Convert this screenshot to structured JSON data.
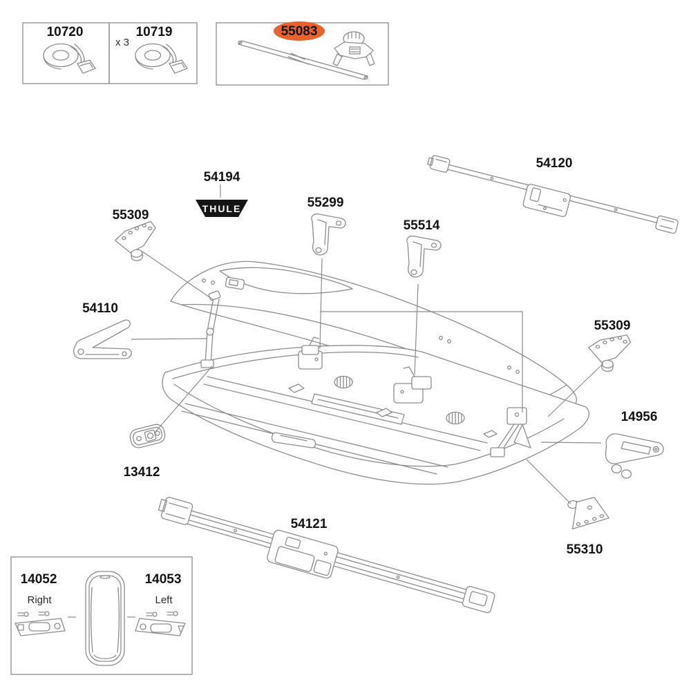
{
  "colors": {
    "highlight": "#e8632c",
    "line_art": "#8c8c8c",
    "label_text": "#141414",
    "badge_bg": "#151515"
  },
  "boxes": {
    "strap1": {
      "number": "10720"
    },
    "strap3": {
      "number": "10719",
      "qty": "x 3"
    },
    "rod": {
      "number": "55083",
      "highlighted": true
    },
    "endcap_right": {
      "number": "14052",
      "side": "Right"
    },
    "endcap_left": {
      "number": "14053",
      "side": "Left"
    }
  },
  "parts": {
    "sticker": {
      "number": "54194",
      "brand": "THULE"
    },
    "bracket_front_left": {
      "number": "55309"
    },
    "lifter_front": {
      "number": "55299"
    },
    "lifter_rear": {
      "number": "55514"
    },
    "bar_top": {
      "number": "54120"
    },
    "lid_stay": {
      "number": "54110"
    },
    "bracket_rear_right": {
      "number": "55309"
    },
    "clamp": {
      "number": "14956"
    },
    "plate": {
      "number": "13412"
    },
    "bar_bottom": {
      "number": "54121"
    },
    "bracket_bottom": {
      "number": "55310"
    }
  }
}
